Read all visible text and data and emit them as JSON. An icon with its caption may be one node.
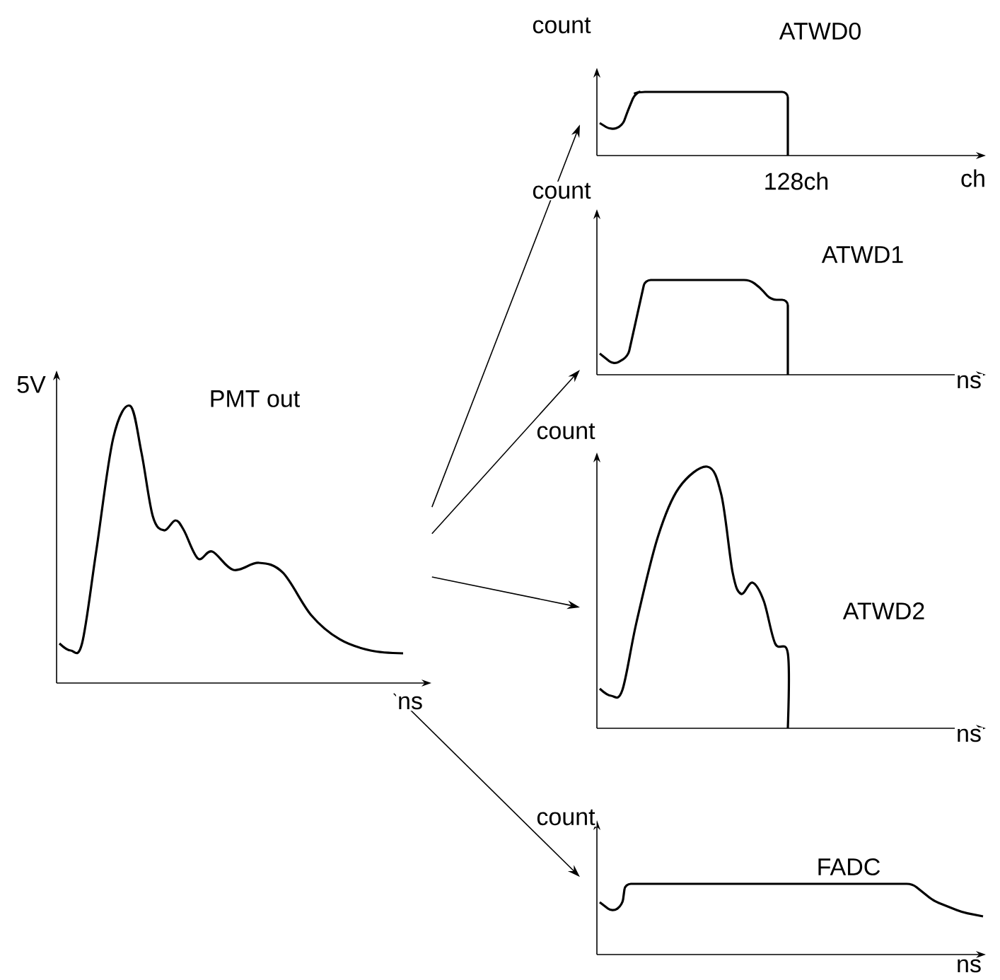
{
  "diagram": {
    "nodes": [
      {
        "text": [
          "PMT out"
        ],
        "beside": [
          "5V",
          "ns"
        ]
      },
      {
        "text": [
          "ATWD0"
        ],
        "beside": [
          "count",
          "ch",
          "128ch"
        ]
      },
      {
        "text": [
          "ATWD1"
        ],
        "beside": [
          "count",
          "ns"
        ]
      },
      {
        "text": [
          "ATWD2"
        ],
        "beside": [
          "count",
          "ns"
        ]
      },
      {
        "text": [
          "FADC"
        ],
        "beside": [
          "count",
          "ns"
        ]
      }
    ],
    "edges": [
      {
        "from": 0,
        "to": 1,
        "arrow": "to"
      },
      {
        "from": 0,
        "to": 2,
        "arrow": "to"
      },
      {
        "from": 0,
        "to": 3,
        "arrow": "to"
      },
      {
        "from": 0,
        "to": 4,
        "arrow": "to"
      }
    ]
  }
}
